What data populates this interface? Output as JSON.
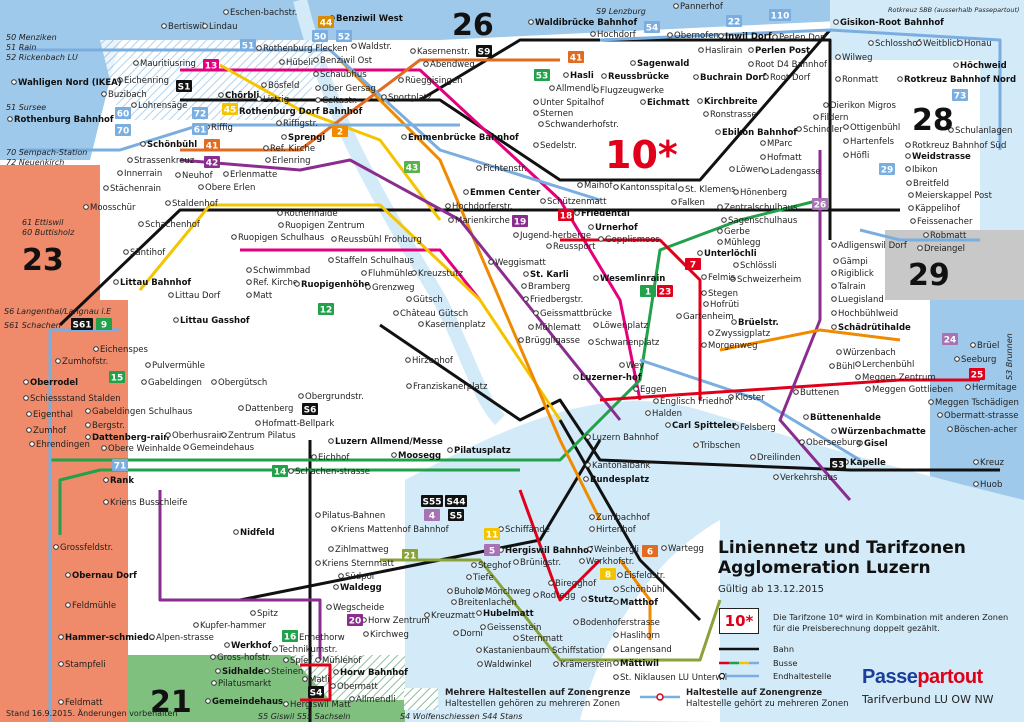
{
  "title": "Liniennetz und Tarifzonen",
  "subtitle": "Agglomeration Luzern",
  "valid": "Gültig ab 13.12.2015",
  "zone10_box": "10*",
  "zone10_note": "Die Tarifzone 10* wird in Kombination mit anderen Zonen für die Preisberechnung doppelt gezählt.",
  "legend": {
    "bahn": "Bahn",
    "busse": "Busse",
    "end": "Endhaltestelle"
  },
  "hatch": {
    "title": "Mehrere Haltestellen auf Zonengrenze",
    "sub": "Haltestellen gehören zu mehreren Zonen"
  },
  "grenz": {
    "title": "Haltestelle auf Zonengrenze",
    "sub": "Haltestelle gehört zu mehreren Zonen"
  },
  "brand": {
    "a": "Passe",
    "b": "partout",
    "sub": "Tarifverbund LU OW NW"
  },
  "stand": "Stand 16.9.2015. Änderungen vorbehalten",
  "colors": {
    "lake": "#d3ebf8",
    "zone_blue": "#9fc9ea",
    "zone_orange": "#ef8a6a",
    "zone_green": "#7fc07f",
    "zone_grey": "#c8c8c8",
    "accent": "#e0001a",
    "brand_blue": "#1a3e9c"
  },
  "zones": [
    "10*",
    "21",
    "23",
    "26",
    "28",
    "29"
  ],
  "badges": [
    "50",
    "52",
    "51",
    "13",
    "S1",
    "44",
    "45",
    "72",
    "61",
    "60",
    "70",
    "41",
    "42",
    "2",
    "43",
    "53",
    "S9",
    "41",
    "54",
    "22",
    "110",
    "73",
    "1",
    "18",
    "19",
    "12",
    "7",
    "23",
    "26",
    "29",
    "24",
    "25",
    "S3",
    "15",
    "6",
    "8",
    "71",
    "14",
    "16",
    "20",
    "21",
    "S4",
    "S44",
    "S5",
    "S55",
    "4",
    "5",
    "11",
    "S6",
    "S61",
    "9"
  ],
  "stations": [
    "Bertiswil",
    "Lindau",
    "Eschen-bachstr.",
    "Rothenburg Flecken",
    "Benziwil West",
    "Benziwil Ost",
    "Hübeli",
    "Waldstr.",
    "Schaubhus",
    "Ober Gersag",
    "Celtastr.",
    "Mauritiusring",
    "Rothenburg Dorf Bahnhof",
    "Eichenring",
    "Buzibach",
    "Wahligen Nord (IKEA)",
    "Rothenburg Bahnhof",
    "Chörbli",
    "Listrig",
    "Riffigstr.",
    "Lohrensäge",
    "Riffig",
    "Bösfeld",
    "Sprengi",
    "Ref. Kirche",
    "Schönbühl",
    "Neuhof",
    "Obere Erlen",
    "Erlenmatte",
    "Erlenring",
    "Strassenkreuz",
    "Innerrain",
    "Stächenrain",
    "Moosschür",
    "Staldenhof",
    "Rothenhalde",
    "Schachenhof",
    "Säntihof",
    "Ruopigen Schulhaus",
    "Ruopigen Zentrum",
    "Reussbühl Frohburg",
    "Staffeln Schulhaus",
    "Schwimmbad",
    "Ref. Kirche",
    "Matt",
    "Ruopigenhöhe",
    "Littau Bahnhof",
    "Littau Dorf",
    "Littau Gasshof",
    "Fluhmühle",
    "Grenzweg",
    "Kreuzstutz",
    "Gütsch",
    "Château Gütsch",
    "Kasernenplatz",
    "Kasernenstr.",
    "Abendweg",
    "Rüeggisingen",
    "Sportplatz",
    "Emmenbrücke Bahnhof",
    "Emmen Center",
    "Hochdorferstr.",
    "Marienkirche",
    "Fichtenstr.",
    "Sedelstr.",
    "Schwanderhofstr.",
    "Sternen",
    "Unter Spitalhof",
    "Allmendli",
    "Hasli",
    "Flugzeugwerke",
    "Waldibrücke Bahnhof",
    "Hochdorf",
    "Pannerhof",
    "Inwil Dorf",
    "Perlen Post",
    "Perlen Dorf",
    "Haslirain",
    "Obernofen",
    "Sagenwald",
    "Reussbrücke",
    "Eichmatt",
    "Buchrain Dorf",
    "Root D4 Bahnhof",
    "Root Dorf",
    "Kirchbreite",
    "Ronstrasse",
    "Ebikon Bahnhof",
    "Gisikon-Root Bahnhof",
    "Schlosshof",
    "Weitblick",
    "Honau",
    "Wilweg",
    "Ronmatt",
    "Dierikon Migros",
    "Fildern",
    "Schindler",
    "MParc",
    "Hofmatt",
    "Ladengasse",
    "Löwen",
    "Ottigenbühl",
    "Hartenfels",
    "Höfli",
    "Höchweid",
    "Rotkreuz Bahnhof Nord",
    "Rotkreuz Bahnhof Süd",
    "Schulanlagen",
    "Weidstrasse",
    "Ibikon",
    "Breitfeld",
    "Meierskappel Post",
    "Käppelihof",
    "Feissenacher",
    "Robmatt",
    "Dreiangel",
    "Schützenmatt",
    "Friedental",
    "Urnerhof",
    "Jugend-herberge",
    "Reussport",
    "Gopplismoos",
    "Weggismatt",
    "St. Karli",
    "Kantonsspital",
    "Maihof",
    "St. Klemens",
    "Falken",
    "Hönenberg",
    "Zentralschulhaus",
    "Sagenschulhaus",
    "Gerbe",
    "Mühlegg",
    "Schlössli",
    "Schweizerheim",
    "Unterlöchli",
    "Adligenswil Dorf",
    "Gämpi",
    "Rigiblick",
    "Talrain",
    "Luegisland",
    "Hochbühlweid",
    "Schädrütihalde",
    "Würzenbach",
    "Brüelstr.",
    "Bramberg",
    "Friedbergstr.",
    "Geissmattbrücke",
    "Mühlematt",
    "Brüggligasse",
    "Wesemlinrain",
    "Löwenplatz",
    "Wey",
    "Schwanenplatz",
    "Luzerner-hof",
    "Luzern Bahnhof",
    "Kantonalbank",
    "Bundesplatz",
    "Pilatusplatz",
    "Hirzenhof",
    "Franziskanerplatz",
    "Obergütsch",
    "Dattenberg",
    "Obergrundstr.",
    "Eichhof",
    "Moosegg",
    "Luzern Allmend/Messe",
    "Kriens Mattenhof Bahnhof",
    "Zihlmattweg",
    "Waldegg",
    "Wegscheide",
    "Kirchweg",
    "Horw Zentrum",
    "Horw Bahnhof",
    "Rank",
    "Kriens Busschleife",
    "Pilatus-Bahnen",
    "Kriens Sternmatt",
    "Südpol",
    "Nidfeld",
    "Grossfeldstr.",
    "Obernau Dorf",
    "Feldmühle",
    "Hammer-schmiede",
    "Stampfeli",
    "Feldmatt",
    "Oberrodel",
    "Schiessstand Stalden",
    "Eigenthal",
    "Zumhof",
    "Ehrendingen",
    "Zumhofstr.",
    "Eichenspes",
    "Pulvermühle",
    "Gabeldingen",
    "Gabeldingen Schulhaus",
    "Bergstr.",
    "Dattenberg-rain",
    "Obere Weinhalde",
    "Oberhusrain",
    "Gemeindehaus",
    "Zentrum Pilatus",
    "Hofmatt-Bellpark",
    "Schachen-strasse",
    "Alpen-strasse",
    "Kupfer-hammer",
    "Gross-hofstr.",
    "Sidhalde",
    "Pilatusmarkt",
    "Spitz",
    "Technikumstr.",
    "Ennethorw",
    "Steinen",
    "Spier",
    "Werkhof",
    "Mühlehof",
    "Hergiswil Matt",
    "Obermatt",
    "Matli",
    "Allmendli",
    "Gemeindehaus",
    "Schiffände",
    "Hergiswil Bahnhof",
    "Brünigstr.",
    "Steghof",
    "Tiefe",
    "Breitenlachen",
    "Mönchweg",
    "Hubelmatt",
    "Geissenstein",
    "Sternmatt",
    "Rodtegg",
    "Biregghof",
    "Bodenhoferstrasse",
    "Zumbachhof",
    "Hirtenhof",
    "Werkhofstr.",
    "Weinbergli",
    "Eisfeldstr.",
    "Wartegg",
    "Schönbühl",
    "Matthof",
    "Stutz",
    "Haslihorn",
    "Langensand",
    "Mättiwil",
    "St. Niklausen LU Unterwil",
    "Krämerstein",
    "Waldwinkel",
    "Kastanienbaum Schiffstation",
    "Dorni",
    "Kreuzmatt",
    "Buholz",
    "Felmis",
    "Stegen",
    "Hofrüti",
    "Gartenheim",
    "Zwyssigplatz",
    "Morgenweg",
    "Kloster",
    "Felsberg",
    "Dreilinden",
    "Verkehrshaus",
    "Brüel",
    "Seeburg",
    "Hermitage",
    "Meggen Tschädigen",
    "Obermatt-strasse",
    "Böschen-acher",
    "Kreuz",
    "Huob",
    "Kapelle",
    "Meggen Gottlieben",
    "Meggen Zentrum",
    "Lerchenbühl",
    "Bühl",
    "Buttenen",
    "Büttenenhalde",
    "Würzenbachmatte",
    "Gisel",
    "Oberseeburg",
    "Eggen",
    "Englisch Friedhof",
    "Tribschen",
    "Halden",
    "Carl Spitteler"
  ],
  "external": [
    "50 Menziken",
    "51 Rain",
    "52 Rickenbach LU",
    "51 Sursee",
    "70 Sempach-Station",
    "72 Neuenkirch",
    "61 Ettiswil",
    "60 Buttisholz",
    "S6 Langenthal/Langnau i.E",
    "S61 Schachen",
    "S9 Lenzburg",
    "Rotkreuz SBB (ausserhalb Passepartout)",
    "S3 Brunnen",
    "S5 Giswil S55 Sachseln",
    "S4 Wolfenschiessen S44 Stans"
  ]
}
